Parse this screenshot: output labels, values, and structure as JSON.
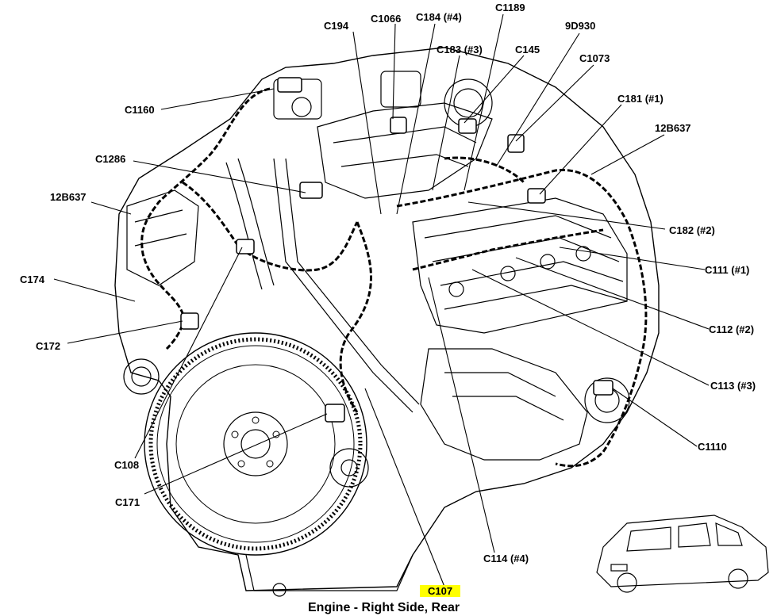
{
  "caption": "Engine - Right Side, Rear",
  "highlight_color": "#ffff00",
  "callouts": {
    "c194": "C194",
    "c1066": "C1066",
    "c184": "C184 (#4)",
    "c1189": "C1189",
    "c183": "C183 (#3)",
    "c145": "C145",
    "d9930": "9D930",
    "c1073": "C1073",
    "c181": "C181 (#1)",
    "b12637_right": "12B637",
    "c1160": "C1160",
    "c1286": "C1286",
    "b12637_left": "12B637",
    "c182": "C182 (#2)",
    "c111": "C111 (#1)",
    "c174": "C174",
    "c112": "C112 (#2)",
    "c172": "C172",
    "c113": "C113 (#3)",
    "c1110": "C1110",
    "c108": "C108",
    "c171": "C171",
    "c114": "C114 (#4)",
    "c107": "C107"
  }
}
